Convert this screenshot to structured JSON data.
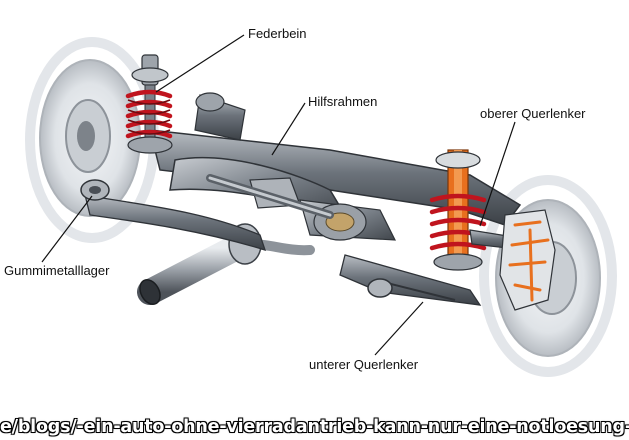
{
  "labels": {
    "federbein": "Federbein",
    "hilfsrahmen": "Hilfsrahmen",
    "oberer_querlenker": "oberer Querlenker",
    "gummimetalllager": "Gummimetalllager",
    "unterer_querlenker": "unterer Querlenker"
  },
  "watermark": "e/blogs/-ein-auto-ohne-vierradantrieb-kann-nur-eine-notloesung-sein",
  "colors": {
    "spring": "#c0141e",
    "cutaway": "#e8701e",
    "metal_dark": "#4a4f56",
    "metal_mid": "#8a9099",
    "metal_light": "#d6dade",
    "leader": "#111111"
  }
}
